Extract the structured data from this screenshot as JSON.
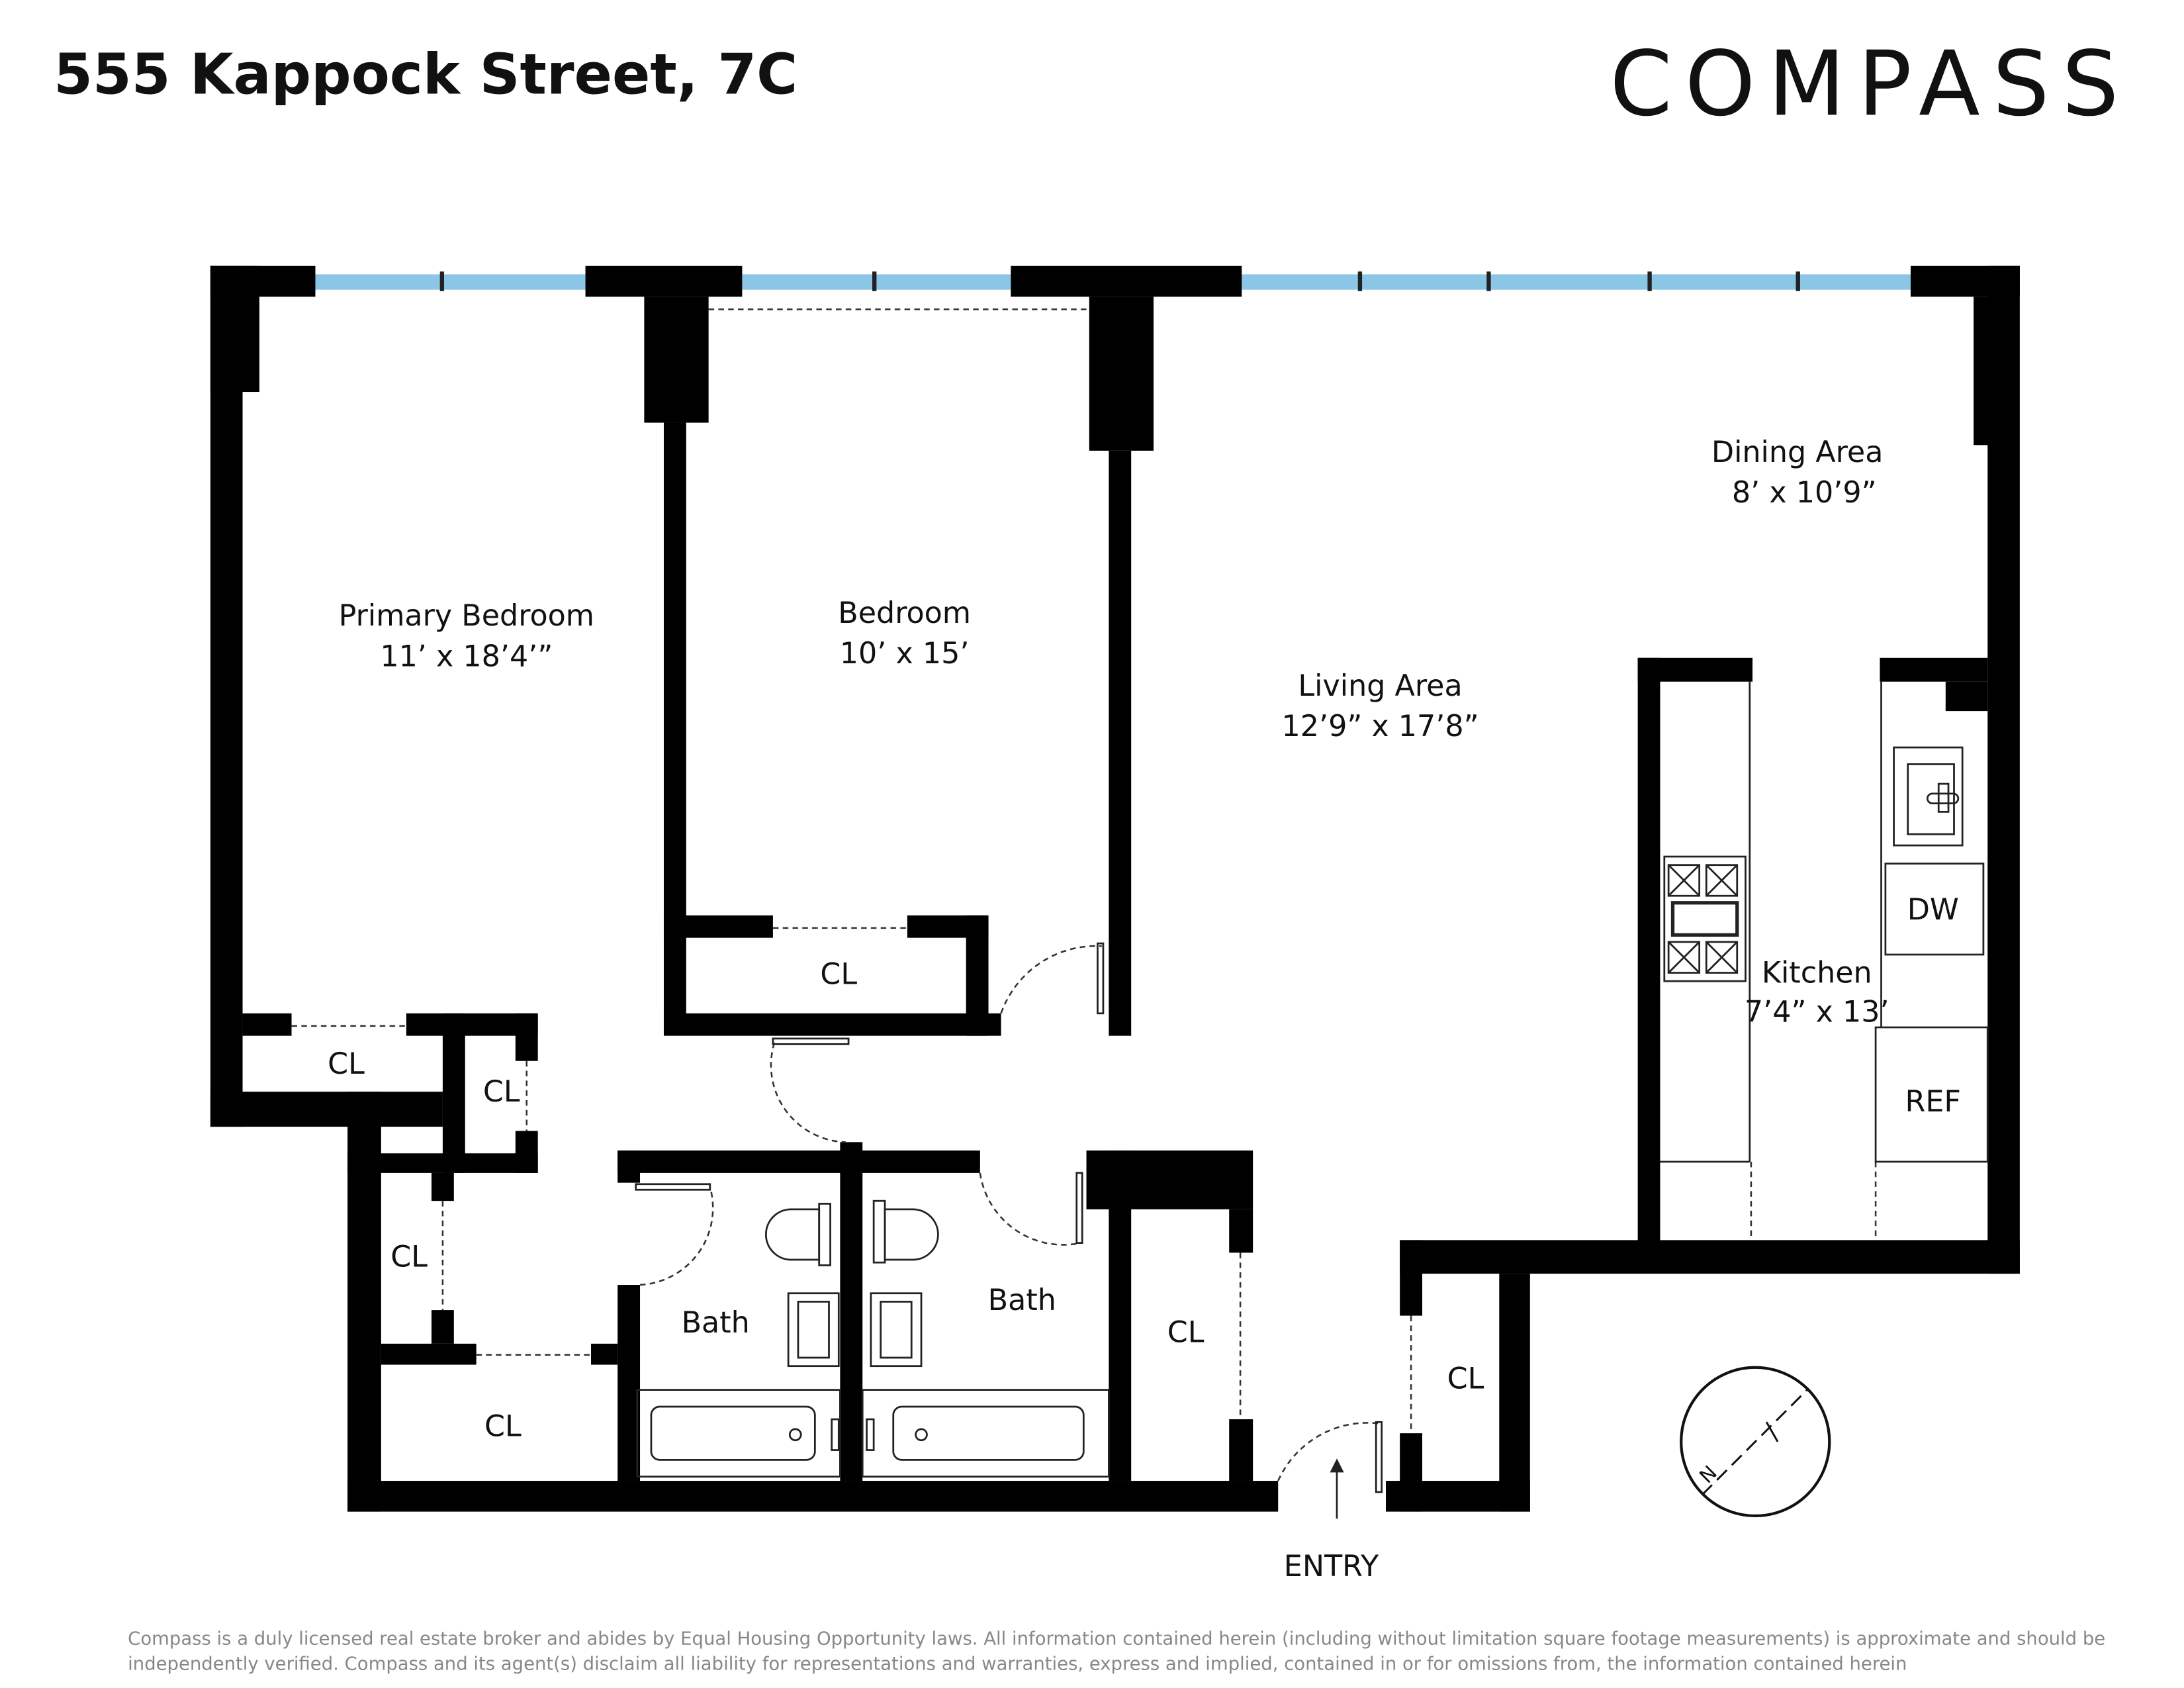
{
  "header": {
    "title": "555 Kappock Street, 7C",
    "brand": "COMPASS"
  },
  "rooms": {
    "primary_bedroom": {
      "name": "Primary Bedroom",
      "size": "11’ x 18’4’”"
    },
    "bedroom": {
      "name": "Bedroom",
      "size": "10’ x 15’"
    },
    "living": {
      "name": "Living Area",
      "size": "12’9” x 17’8”"
    },
    "dining": {
      "name": "Dining Area",
      "size": "8’ x 10’9”"
    },
    "kitchen": {
      "name": "Kitchen",
      "size": "7’4” x 13’"
    },
    "bath1": {
      "name": "Bath"
    },
    "bath2": {
      "name": "Bath"
    },
    "closet": "CL",
    "dw": "DW",
    "ref": "REF",
    "entry": "ENTRY",
    "compass_n": "N"
  },
  "colors": {
    "window": "#8cc6e6",
    "wall": "#000000"
  },
  "footer": {
    "line1": "Compass is a duly licensed real estate broker and abides by Equal Housing Opportunity laws.  All information contained herein (including without limitation square footage measurements) is approximate and should be",
    "line2": "independently verified. Compass and its agent(s) disclaim all liability for representations and warranties, express and implied, contained in or for omissions from, the information contained herein"
  }
}
